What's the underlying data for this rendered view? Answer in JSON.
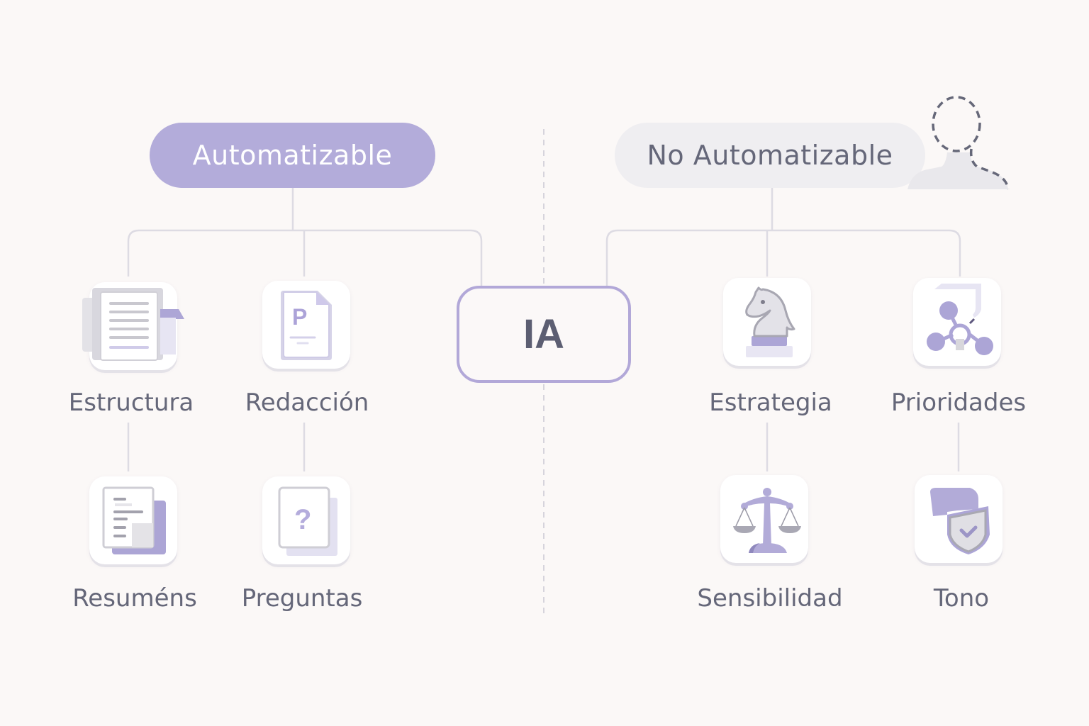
{
  "left_group": {
    "title": "Automatizable",
    "items": [
      {
        "label": "Estructura",
        "icon": "document-stack-icon"
      },
      {
        "label": "Redacción",
        "icon": "document-p-icon"
      },
      {
        "label": "Resuméns",
        "icon": "summary-document-icon"
      },
      {
        "label": "Preguntas",
        "icon": "question-document-icon"
      }
    ]
  },
  "center": {
    "label": "IA"
  },
  "right_group": {
    "title": "No Automatizable",
    "title_icon": "person-outline-icon",
    "items": [
      {
        "label": "Estrategia",
        "icon": "chess-knight-icon"
      },
      {
        "label": "Prioridades",
        "icon": "network-nodes-icon"
      },
      {
        "label": "Sensibilidad",
        "icon": "balance-scale-icon"
      },
      {
        "label": "Tono",
        "icon": "speech-shield-icon"
      }
    ]
  },
  "colors": {
    "accent": "#b3acda",
    "text": "#656779",
    "background": "#fbf8f7",
    "connector": "#dcdae2"
  }
}
